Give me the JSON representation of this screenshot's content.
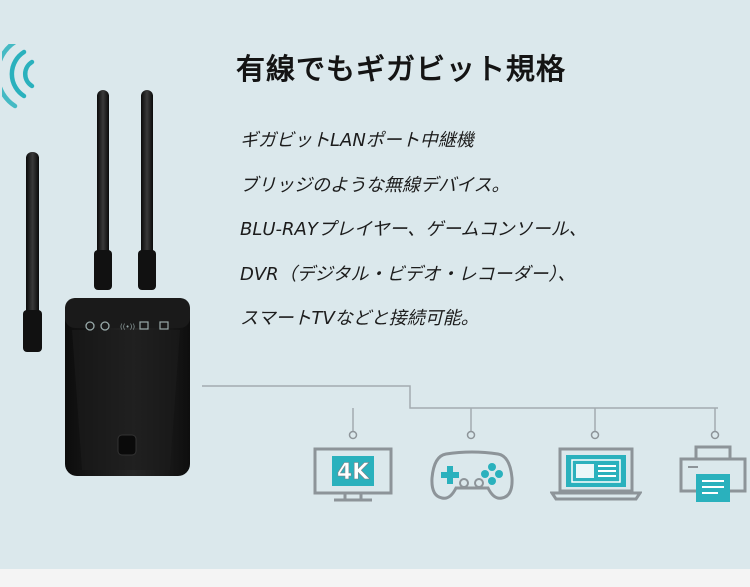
{
  "heading": "有線でもギガビット規格",
  "features": [
    "ギガビットLANポート中継機",
    "ブリッジのような無線デバイス。",
    "BLU-RAYプレイヤー、ゲームコンソール、",
    "DVR（デジタル・ビデオ・レコーダー）、",
    "スマートTVなどと接続可能。"
  ],
  "devices": {
    "tv_badge": "4K",
    "icons": [
      "tv-4k-icon",
      "game-controller-icon",
      "laptop-icon",
      "printer-icon"
    ]
  },
  "colors": {
    "background": "#dbe8ec",
    "accent_teal": "#2ab1bd",
    "icon_gray": "#8d9499",
    "router_black": "#161616"
  }
}
